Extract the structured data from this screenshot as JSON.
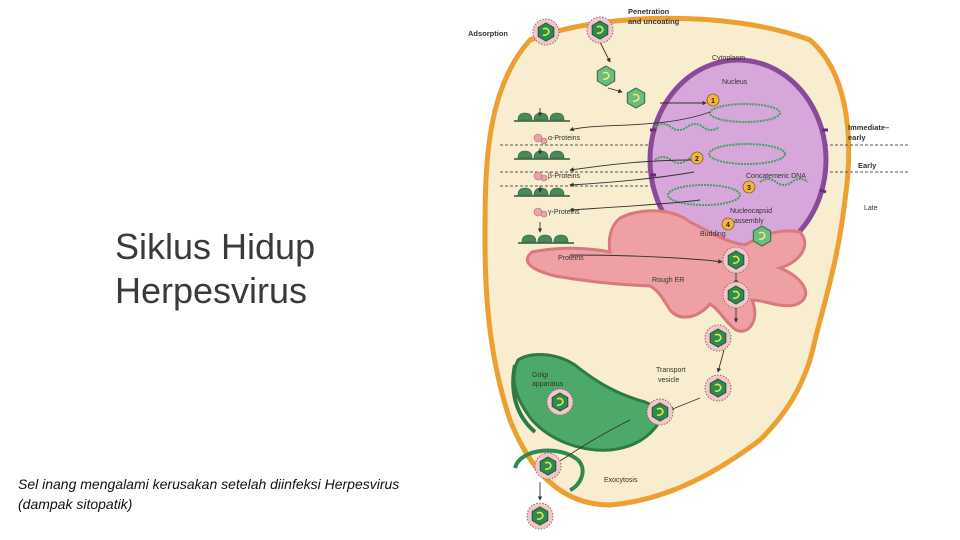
{
  "slide": {
    "title_lines": [
      "Siklus Hidup",
      "Herpesvirus"
    ],
    "caption_lines": [
      "Sel inang mengalami kerusakan setelah diinfeksi Herpesvirus",
      "(dampak sitopatik)"
    ]
  },
  "diagram": {
    "labels": {
      "adsorption": "Adsorption",
      "penetration_1": "Penetration",
      "penetration_2": "and uncoating",
      "cytoplasm": "Cytoplasm",
      "nucleus": "Nucleus",
      "alpha_proteins": "α-Proteins",
      "beta_proteins": "β-Proteins",
      "gamma_proteins": "γ-Proteins",
      "proteins": "Proteins",
      "immediate_early_1": "Immediate–",
      "immediate_early_2": "early",
      "early": "Early",
      "late": "Late",
      "concatemeric_dna": "Concatemeric DNA",
      "nucleocapsid_1": "Nucleocapsid",
      "nucleocapsid_2": "assembly",
      "budding": "Budding",
      "rough_er": "Rough ER",
      "transport_1": "Transport",
      "transport_2": "vesicle",
      "golgi_1": "Golgi",
      "golgi_2": "apparatus",
      "exocytosis": "Exocytosis"
    },
    "steps": [
      "1",
      "2",
      "3",
      "4"
    ],
    "colors": {
      "cell_fill": "#f8edcf",
      "cell_border": "#ee9f32",
      "nucleus_fill": "#d7a6da",
      "nucleus_border": "#8a4a9a",
      "er_fill": "#eea0a4",
      "golgi_fill": "#4da96a",
      "dna": "#3fa460",
      "step_circle": "#f0b640"
    }
  }
}
